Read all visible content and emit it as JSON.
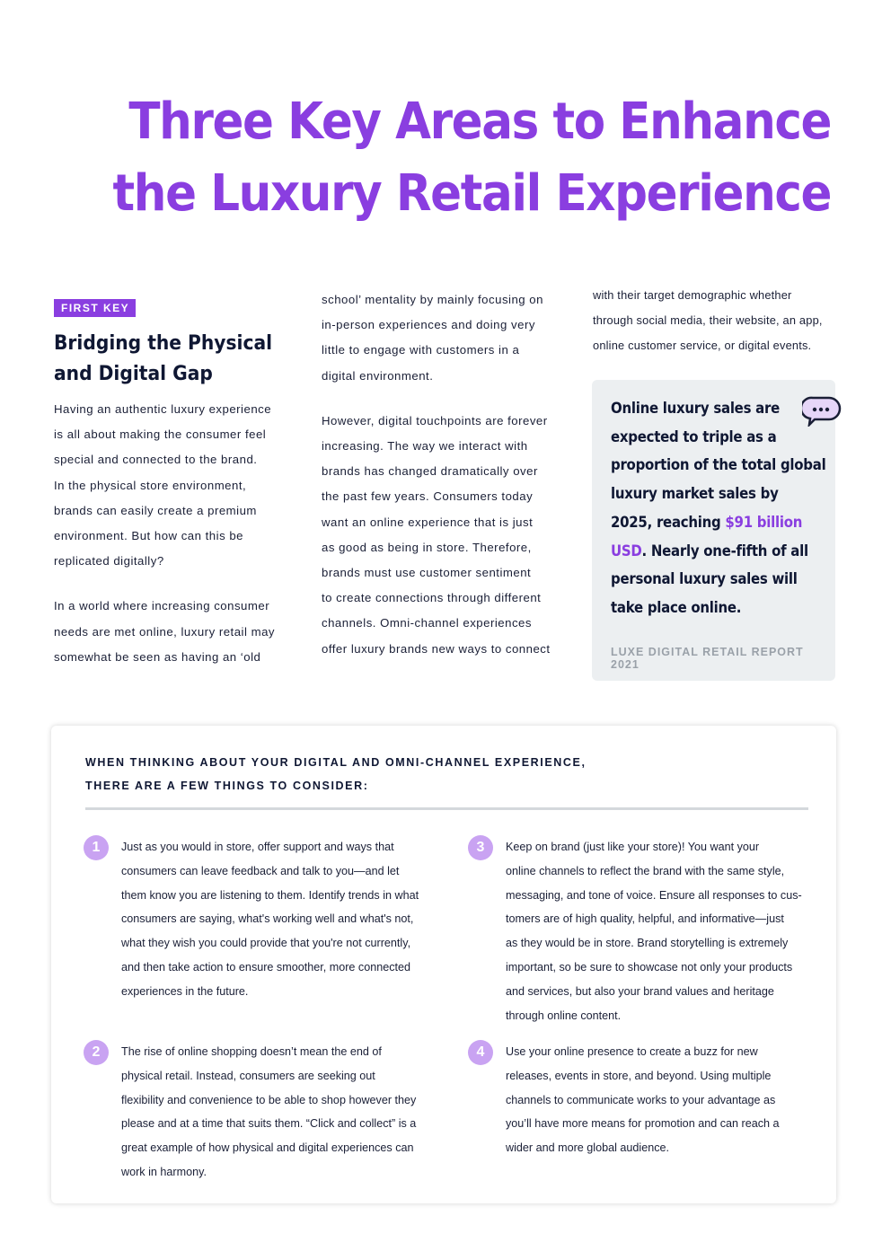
{
  "title": {
    "lines": [
      "Three Key Areas to Enhance",
      "the Luxury Retail Experience"
    ]
  },
  "badge": "FIRST KEY",
  "heading": {
    "lines": [
      "Bridging the Physical",
      "and Digital Gap"
    ]
  },
  "col1": {
    "p1": [
      "Having an authentic luxury experience",
      "is all about making the consumer feel",
      "special and connected to the brand.",
      "In the physical store environment,",
      "brands can easily create a premium",
      "environment. But how can this be",
      "replicated digitally?"
    ],
    "p2": [
      "In a world where increasing consumer",
      "needs are met online, luxury retail may",
      "somewhat be seen as having an ‘old"
    ]
  },
  "col2": {
    "p1": [
      "school’ mentality by mainly focusing on",
      "in-person experiences and doing very",
      "little to engage with customers in a",
      "digital environment."
    ],
    "p2": [
      "However, digital touchpoints are forever",
      "increasing. The way we interact with",
      "brands has changed dramatically over",
      "the past few years. Consumers today",
      "want an online experience that is just",
      "as good as being in store. Therefore,",
      "brands must use customer sentiment",
      "to create connections through different",
      "channels. Omni-channel experiences",
      "offer luxury brands new ways to connect"
    ]
  },
  "col3": {
    "p1": [
      "with their target demographic whether",
      "through social media, their website, an app,",
      "online customer service, or digital events."
    ]
  },
  "quote": {
    "l1": "Online luxury sales are",
    "l2": "expected to triple as a",
    "l3": "proportion of the total global",
    "l4": "luxury market sales by",
    "l5a": "2025, reaching ",
    "l5b": "$91 billion",
    "l6a": "USD",
    "l6b": ". Nearly one-fifth of all",
    "l7": "personal luxury sales will",
    "l8": "take place online.",
    "source": "LUXE DIGITAL RETAIL REPORT 2021",
    "icon": "chat-bubble-icon"
  },
  "card": {
    "heading": [
      "WHEN THINKING ABOUT YOUR DIGITAL AND OMNI-CHANNEL EXPERIENCE,",
      "THERE ARE A FEW THINGS TO CONSIDER:"
    ],
    "items": [
      {
        "num": "1",
        "lines": [
          "Just as you would in store, offer support and ways that",
          "consumers can leave feedback and talk to you—and let",
          "them know you are listening to them. Identify trends in what",
          "consumers are saying, what's working well and what's not,",
          "what they wish you could provide that you're not currently,",
          "and then take action to ensure smoother, more connected",
          "experiences in the future."
        ]
      },
      {
        "num": "2",
        "lines": [
          "The rise of online shopping doesn’t mean the end of",
          "physical retail. Instead, consumers are seeking out",
          "flexibility and convenience to be able to shop however they",
          "please and at a time that suits them. “Click and collect” is a",
          "great example of how physical and digital experiences can",
          "work in harmony."
        ]
      },
      {
        "num": "3",
        "lines": [
          "Keep on brand (just like your store)! You want your",
          "online channels to reflect the brand with the same style,",
          "messaging, and tone of voice. Ensure all responses to cus-",
          "tomers are of high quality, helpful, and informative—just",
          "as they would be in store. Brand storytelling is extremely",
          "important, so be sure to showcase not only your products",
          "and services, but also your brand values and heritage",
          "through online content."
        ]
      },
      {
        "num": "4",
        "lines": [
          "Use your online presence to create a buzz for new",
          "releases, events in store, and beyond. Using multiple",
          "channels to communicate works to your advantage as",
          "you’ll have more means for promotion and can reach a",
          "wider and more global audience."
        ]
      }
    ]
  },
  "colors": {
    "accent": "#8a3ee0",
    "number": "#c9a3f2",
    "quote_bg": "#eceff1"
  }
}
